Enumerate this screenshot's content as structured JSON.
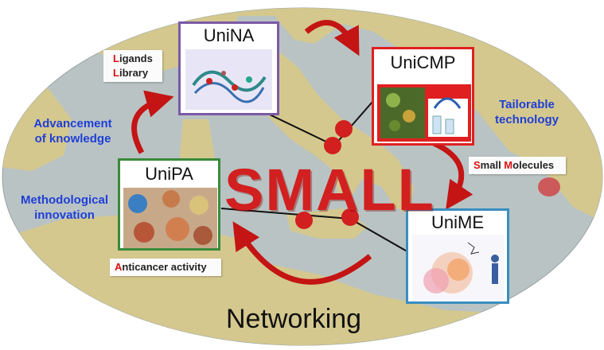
{
  "hub": {
    "title": "SMALL"
  },
  "nodes": {
    "unina": {
      "label": "UniNA",
      "color": "#7b5aa6"
    },
    "unicmp": {
      "label": "UniCMP",
      "color": "#e02020"
    },
    "unipa": {
      "label": "UniPA",
      "color": "#3a8a3a"
    },
    "unime": {
      "label": "UniME",
      "color": "#3a8ec0"
    }
  },
  "annotations": {
    "ligands_library": {
      "line1_initial": "L",
      "line1_rest": "igands",
      "line2_initial": "L",
      "line2_rest": "ibrary"
    },
    "small_molecules": {
      "word1_initial": "S",
      "word1_rest": "mall ",
      "word2_initial": "M",
      "word2_rest": "olecules"
    },
    "anticancer_activity": {
      "initial": "A",
      "rest": "nticancer activity"
    },
    "advancement_line1": "Advancement",
    "advancement_line2": "of knowledge",
    "methodological_line1": "Methodological",
    "methodological_line2": "innovation",
    "tailorable_line1": "Tailorable",
    "tailorable_line2": "technology"
  },
  "footer": {
    "title": "Networking"
  },
  "colors": {
    "accent_red": "#d21f1f",
    "label_blue": "#1f3fd6",
    "sea": "#b9c3c4",
    "land": "#d4c88e"
  }
}
